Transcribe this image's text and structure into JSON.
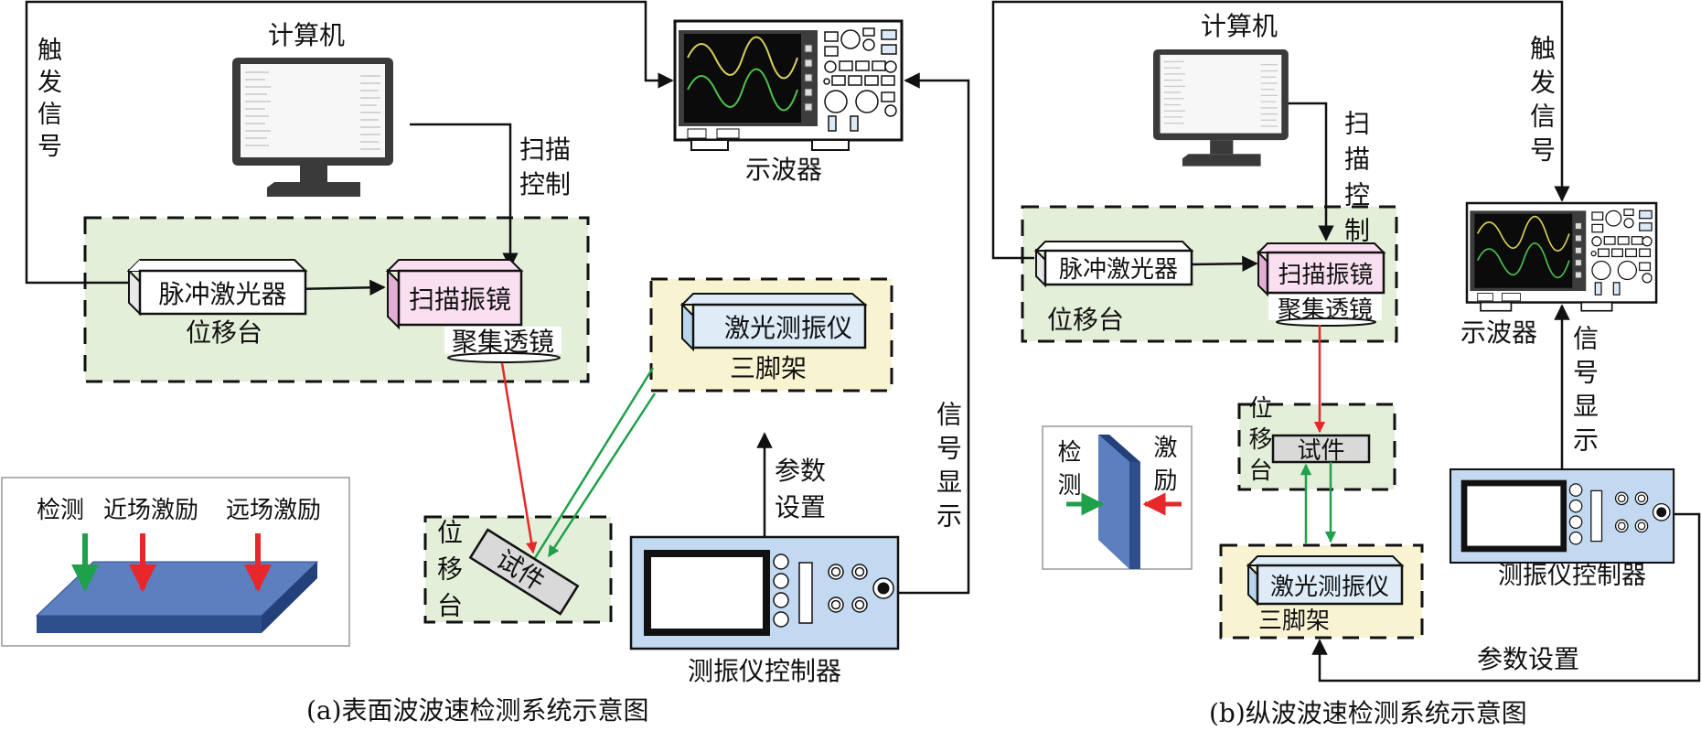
{
  "colors": {
    "stage_green": "#e3efd9",
    "tripod_yellow": "#f8f4d2",
    "scanner_pink": "#f9dff0",
    "scanner_side": "#e3aed3",
    "vibrometer_blue": "#deecf8",
    "vibrometer_side": "#b9d5ee",
    "controller_blue": "#c2d9f1",
    "specimen_gray": "#d9d9d9",
    "plate_top": "#5b7fbf",
    "plate_side": "#2f4f8c",
    "laser_red": "#e8272a",
    "detect_green": "#1fa04a",
    "monitor_dark": "#3a3a3a"
  },
  "panel_a": {
    "caption": "(a)表面波波速检测系统示意图",
    "computer": "计算机",
    "oscilloscope": "示波器",
    "trigger_signal": "触发信号",
    "scan_control": "扫描控制",
    "pulse_laser": "脉冲激光器",
    "stage": "位移台",
    "scan_mirror": "扫描振镜",
    "focus_lens": "聚集透镜",
    "vibrometer": "激光测振仪",
    "tripod": "三脚架",
    "signal_display": "信号显示",
    "param_setting": "参数设置",
    "specimen_stage": "位移台",
    "specimen": "试件",
    "controller": "测振仪控制器",
    "inset": {
      "detect": "检测",
      "near_field": "近场激励",
      "far_field": "远场激励"
    }
  },
  "panel_b": {
    "caption": "(b)纵波波速检测系统示意图",
    "computer": "计算机",
    "oscilloscope": "示波器",
    "trigger_signal": "触发信号",
    "scan_control": "扫描控制",
    "pulse_laser": "脉冲激光器",
    "stage": "位移台",
    "scan_mirror": "扫描振镜",
    "focus_lens": "聚集透镜",
    "specimen_stage": "位移台",
    "specimen": "试件",
    "vibrometer": "激光测振仪",
    "tripod": "三脚架",
    "signal_display": "信号显示",
    "param_setting": "参数设置",
    "controller": "测振仪控制器",
    "inset": {
      "detect": "检测",
      "excite": "激励"
    }
  }
}
